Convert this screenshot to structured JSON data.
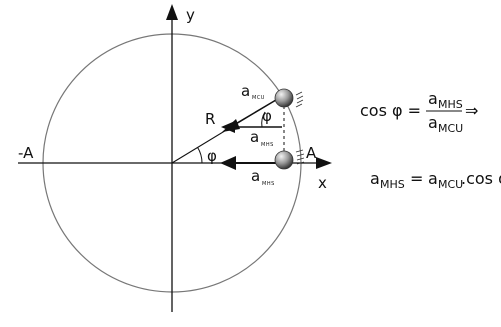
{
  "labels": {
    "axis_y": "y",
    "axis_x": "x",
    "neg_A": "-A",
    "pos_A": "A",
    "radius": "R",
    "angle": "φ",
    "angle_top": "φ",
    "a_top": "a",
    "a_top_sub": "MCU",
    "a_mid": "a",
    "a_mid_sub": "MHS",
    "a_bottom": "a",
    "a_bottom_sub": "MHS"
  },
  "equation1": {
    "lhs": "cos φ =",
    "numerator": "a",
    "numerator_sub": "MHS",
    "denominator": "a",
    "denominator_sub": "MCU",
    "implies": "⇒"
  },
  "equation2": {
    "lhs": "a",
    "lhs_sub": "MHS",
    "equals": "=",
    "rhs_a": "a",
    "rhs_a_sub": "MCU",
    "rhs_rest": ".cos φ"
  },
  "colors": {
    "line": "#111111",
    "circle": "#777777",
    "ball_light": "#e8e8e8",
    "ball_dark": "#4a4a4a"
  }
}
